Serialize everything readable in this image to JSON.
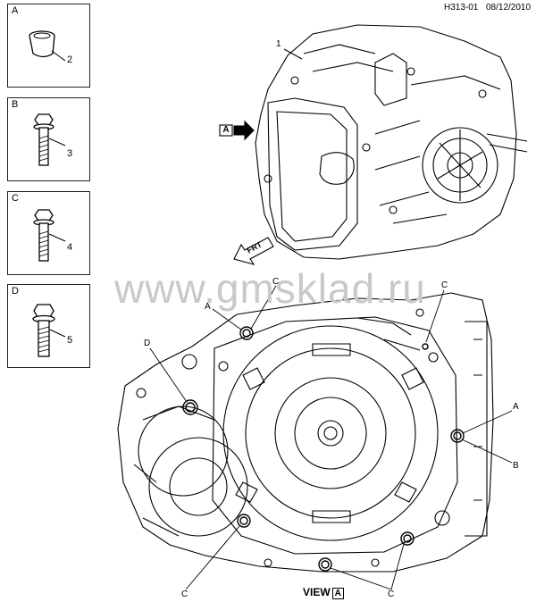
{
  "header": {
    "code": "H313-01",
    "date": "08/12/2010"
  },
  "watermark": "www.gmsklad.ru",
  "insets": [
    {
      "letter": "A",
      "number": "2",
      "part": "sleeve"
    },
    {
      "letter": "B",
      "number": "3",
      "part": "flange-bolt"
    },
    {
      "letter": "C",
      "number": "4",
      "part": "flange-bolt"
    },
    {
      "letter": "D",
      "number": "5",
      "part": "flange-bolt"
    }
  ],
  "top_assembly": {
    "callout": "1",
    "view_marker": "A",
    "front_arrow": "FRT"
  },
  "callouts": [
    "C",
    "C",
    "A",
    "D",
    "A",
    "B",
    "C",
    "C"
  ],
  "view_title": {
    "word": "VIEW",
    "letter": "A"
  }
}
